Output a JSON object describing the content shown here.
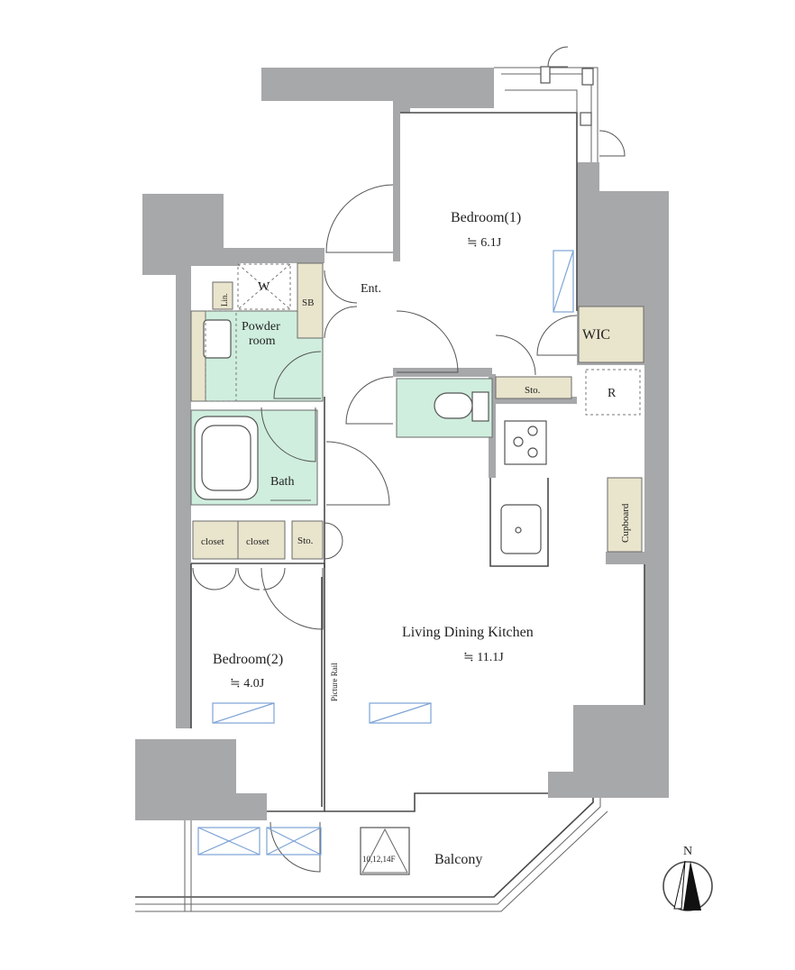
{
  "rooms": {
    "bedroom1_name": "Bedroom(1)",
    "bedroom1_size": "≒ 6.1J",
    "bedroom2_name": "Bedroom(2)",
    "bedroom2_size": "≒ 4.0J",
    "ldk_name": "Living Dining Kitchen",
    "ldk_size": "≒ 11.1J",
    "entrance": "Ent.",
    "powder_line1": "Powder",
    "powder_line2": "room",
    "bath": "Bath",
    "balcony": "Balcony"
  },
  "storage": {
    "wic": "WIC",
    "sb": "SB",
    "linen": "Lin.",
    "washer": "W",
    "sto_top": "Sto.",
    "sto_mid": "Sto.",
    "closet_a": "closet",
    "closet_b": "closet",
    "refrigerator": "R",
    "cupboard": "Cupboard",
    "picture_rail": "Picture Rail"
  },
  "balcony_note": "10,12,14F",
  "compass": {
    "north": "N"
  },
  "colors": {
    "wall": "#a6a8aa",
    "wet_area": "#cfeede",
    "storage": "#e9e4cc",
    "window": "#7da3d6"
  }
}
